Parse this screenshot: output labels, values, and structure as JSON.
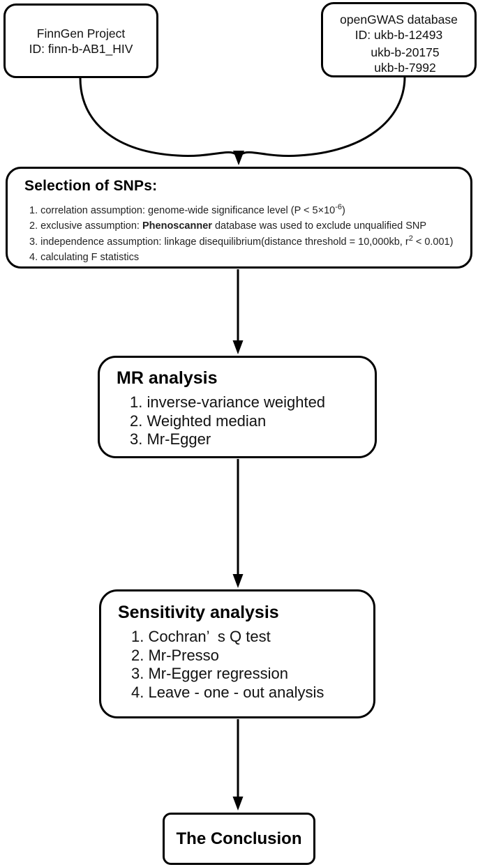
{
  "colors": {
    "background": "#ffffff",
    "stroke": "#000000",
    "text": "#111111"
  },
  "nodes": {
    "finngen": {
      "lines": [
        "FinnGen Project",
        "ID: finn-b-AB1_HIV"
      ]
    },
    "opengwas": {
      "lines": [
        "openGWAS database",
        "ID: ukb-b-12493",
        "ukb-b-20175",
        "ukb-b-7992"
      ]
    },
    "snp_selection": {
      "title": "Selection of SNPs:",
      "items": [
        {
          "pre": "1. correlation assumption: genome-wide significance level (P < 5×10",
          "bold": "",
          "sup": "-6",
          "post": ")"
        },
        {
          "pre": "2. exclusive assumption: ",
          "bold": "Phenoscanner",
          "sup": "",
          "post": " database was used to exclude unqualified SNP"
        },
        {
          "pre": "3. independence assumption: linkage disequilibrium(distance threshold = 10,000kb, r",
          "bold": "",
          "sup": "2",
          "post": " < 0.001)"
        },
        {
          "pre": "4. calculating F statistics",
          "bold": "",
          "sup": "",
          "post": ""
        }
      ]
    },
    "mr_analysis": {
      "title": "MR analysis",
      "items": [
        "1. inverse-variance weighted",
        "2. Weighted median",
        "3. Mr-Egger"
      ]
    },
    "sensitivity": {
      "title": "Sensitivity analysis",
      "items": [
        "1. Cochran’  s Q test",
        "2. Mr-Presso",
        "3. Mr-Egger regression",
        "4. Leave - one - out analysis"
      ]
    },
    "conclusion": {
      "title": "The Conclusion"
    }
  }
}
